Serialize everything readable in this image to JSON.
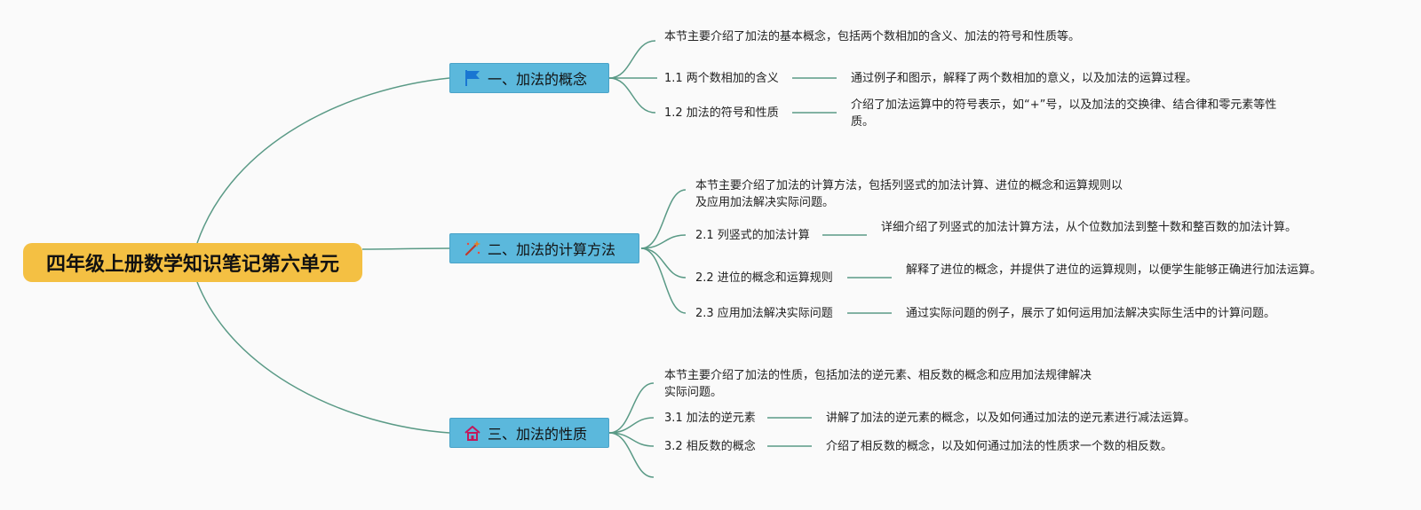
{
  "central": {
    "title": "四年级上册数学知识笔记第六单元"
  },
  "topics": [
    {
      "label": "一、加法的概念",
      "icon": "flag-icon",
      "intro": "本节主要介绍了加法的基本概念，包括两个数相加的含义、加法的符号和性质等。",
      "subs": [
        {
          "label": "1.1 两个数相加的含义",
          "desc": "通过例子和图示，解释了两个数相加的意义，以及加法的运算过程。"
        },
        {
          "label": "1.2 加法的符号和性质",
          "desc": "介绍了加法运算中的符号表示，如“+”号，以及加法的交换律、结合律和零元素等性质。"
        }
      ]
    },
    {
      "label": "二、加法的计算方法",
      "icon": "magic-wand-icon",
      "intro": "本节主要介绍了加法的计算方法，包括列竖式的加法计算、进位的概念和运算规则以及应用加法解决实际问题。",
      "subs": [
        {
          "label": "2.1 列竖式的加法计算",
          "desc": "详细介绍了列竖式的加法计算方法，从个位数加法到整十数和整百数的加法计算。"
        },
        {
          "label": "2.2 进位的概念和运算规则",
          "desc": "解释了进位的概念，并提供了进位的运算规则，以便学生能够正确进行加法运算。"
        },
        {
          "label": "2.3 应用加法解决实际问题",
          "desc": "通过实际问题的例子，展示了如何运用加法解决实际生活中的计算问题。"
        }
      ]
    },
    {
      "label": "三、加法的性质",
      "icon": "home-icon",
      "intro": "本节主要介绍了加法的性质，包括加法的逆元素、相反数的概念和应用加法规律解决实际问题。",
      "subs": [
        {
          "label": "3.1 加法的逆元素",
          "desc": "讲解了加法的逆元素的概念，以及如何通过加法的逆元素进行减法运算。"
        },
        {
          "label": "3.2 相反数的概念",
          "desc": "介绍了相反数的概念，以及如何通过加法的性质求一个数的相反数。"
        }
      ]
    }
  ],
  "colors": {
    "central_fill": "#f4c043",
    "topic_fill": "#5bb8dc",
    "link": "#5a9a86"
  }
}
